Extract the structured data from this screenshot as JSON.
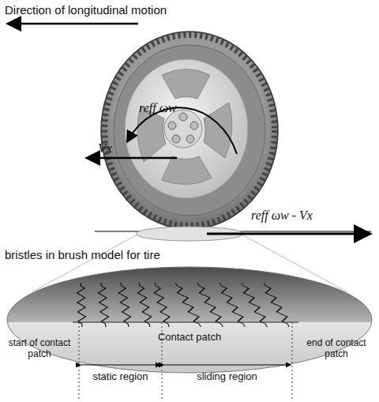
{
  "diagram": {
    "nodes": [
      {
        "text": [
          "Contact patch"
        ]
      }
    ],
    "edges": [],
    "labels": [
      "Direction of longitudinal motion",
      "reff ωw",
      "Vx",
      "reff ωw - Vx",
      "bristles in brush model for tire",
      "start of contact patch",
      "end of contact patch",
      "static region",
      "sliding region"
    ]
  }
}
